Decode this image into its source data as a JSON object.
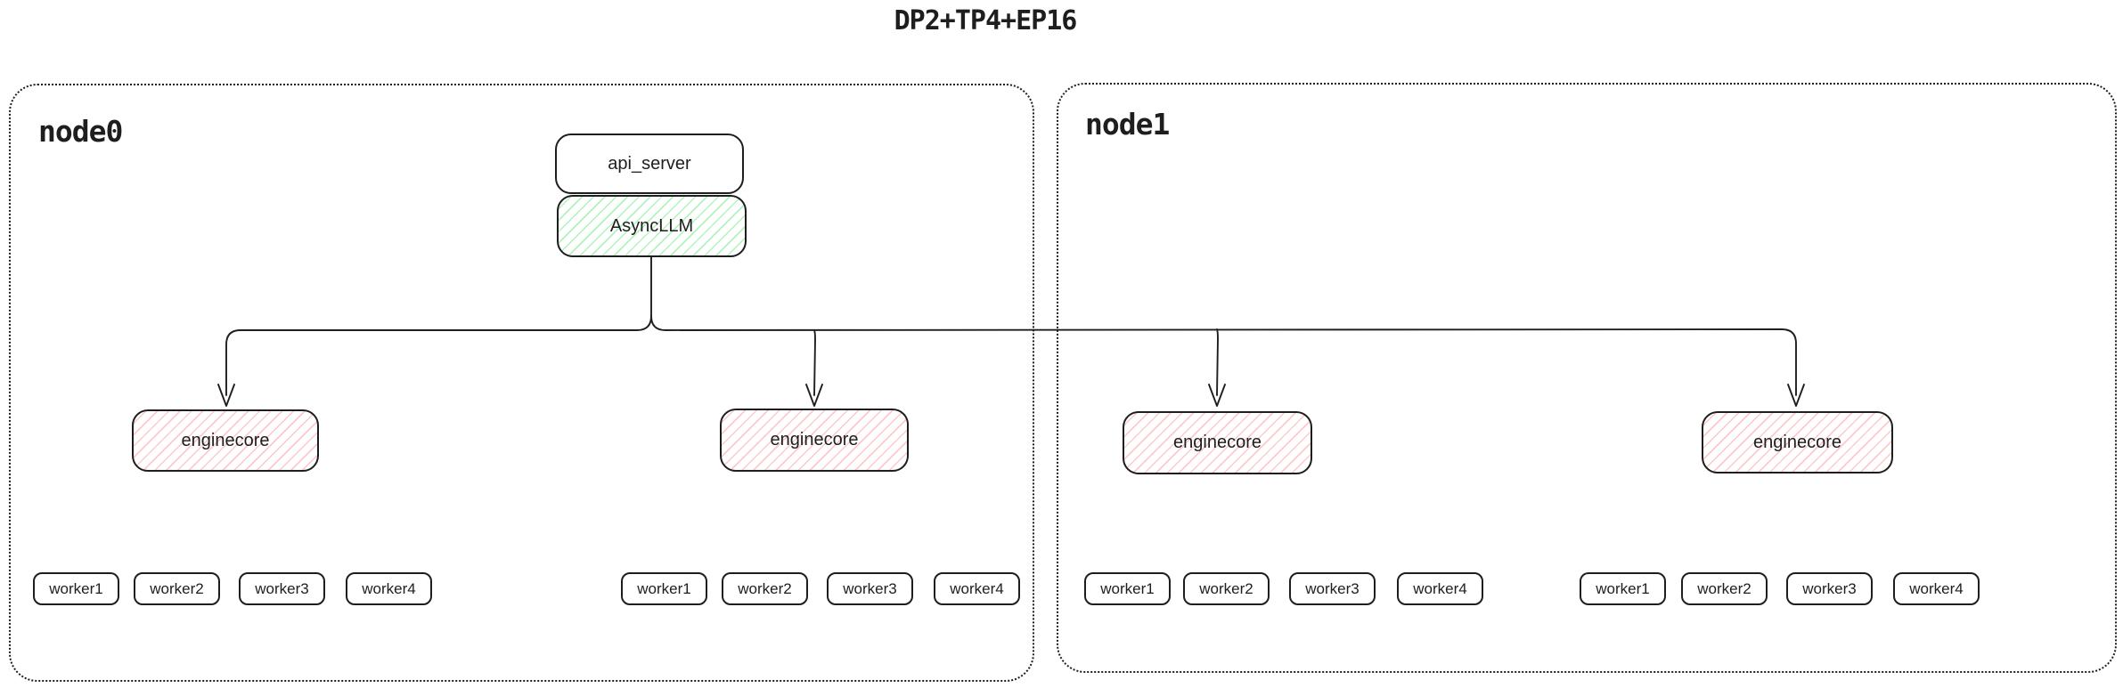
{
  "title": "DP2+TP4+EP16",
  "nodes": [
    {
      "label": "node0"
    },
    {
      "label": "node1"
    }
  ],
  "api_server": {
    "label": "api_server"
  },
  "async_llm": {
    "label": "AsyncLLM"
  },
  "enginecores": [
    {
      "label": "enginecore"
    },
    {
      "label": "enginecore"
    },
    {
      "label": "enginecore"
    },
    {
      "label": "enginecore"
    }
  ],
  "worker_groups": [
    {
      "workers": [
        "worker1",
        "worker2",
        "worker3",
        "worker4"
      ]
    },
    {
      "workers": [
        "worker1",
        "worker2",
        "worker3",
        "worker4"
      ]
    },
    {
      "workers": [
        "worker1",
        "worker2",
        "worker3",
        "worker4"
      ]
    },
    {
      "workers": [
        "worker1",
        "worker2",
        "worker3",
        "worker4"
      ]
    }
  ],
  "colors": {
    "stroke": "#1e1e1e",
    "green_hatch": "#b2f2bb",
    "red_hatch": "#ffc9c9",
    "background": "#ffffff"
  }
}
